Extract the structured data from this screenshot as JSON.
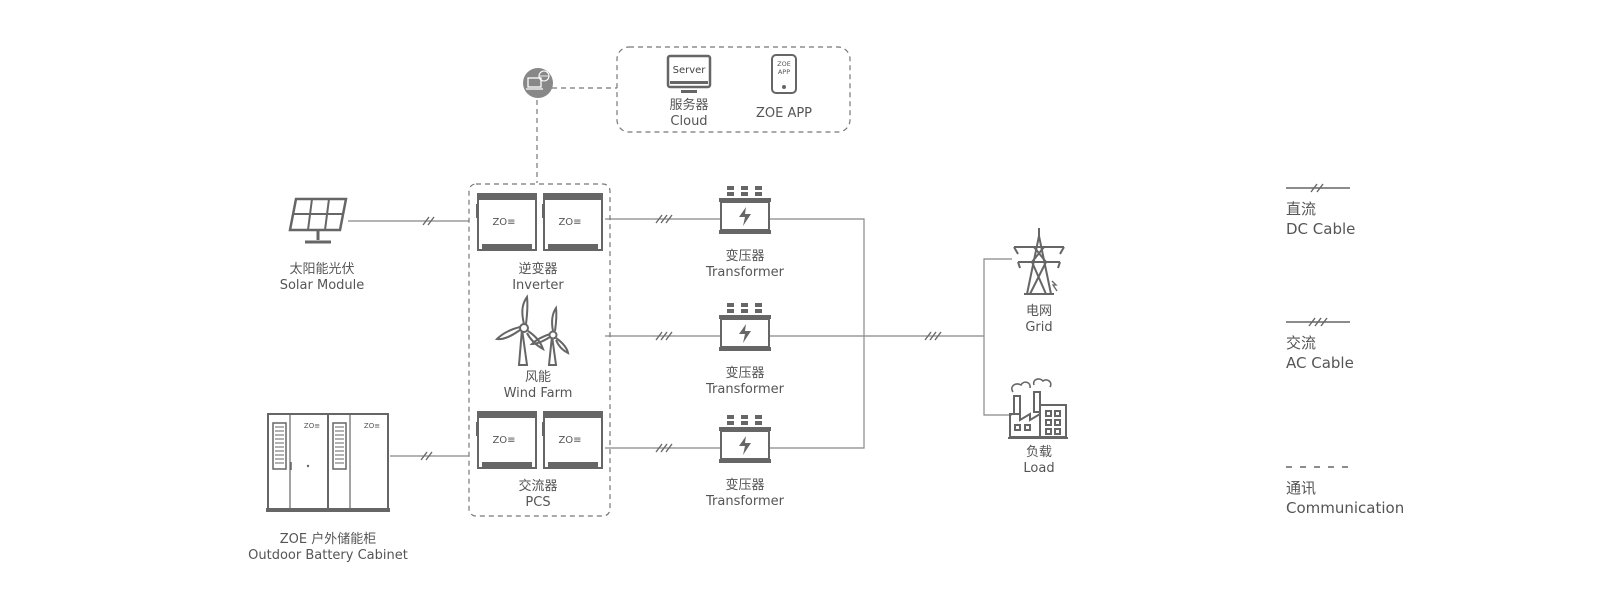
{
  "nodes": {
    "solar": {
      "zh": "太阳能光伏",
      "en": "Solar Module"
    },
    "battery": {
      "zh": "ZOE 户外储能柜",
      "en": "Outdoor Battery Cabinet"
    },
    "inverter": {
      "zh": "逆变器",
      "en": "Inverter"
    },
    "wind": {
      "zh": "风能",
      "en": "Wind Farm"
    },
    "pcs": {
      "zh": "交流器",
      "en": "PCS"
    },
    "transformer1": {
      "zh": "变压器",
      "en": "Transformer"
    },
    "transformer2": {
      "zh": "变压器",
      "en": "Transformer"
    },
    "transformer3": {
      "zh": "变压器",
      "en": "Transformer"
    },
    "grid": {
      "zh": "电网",
      "en": "Grid"
    },
    "load": {
      "zh": "负载",
      "en": "Load"
    },
    "server": {
      "zh": "服务器",
      "en": "Cloud",
      "screen_text": "Server"
    },
    "app": {
      "label": "ZOE APP",
      "screen_text": "ZOE APP"
    }
  },
  "device_brand": "ZO≡",
  "legend": {
    "dc": {
      "zh": "直流",
      "en": "DC Cable"
    },
    "ac": {
      "zh": "交流",
      "en": "AC Cable"
    },
    "comm": {
      "zh": "通讯",
      "en": "Communication"
    }
  },
  "colors": {
    "line": "#777777",
    "icon": "#666666",
    "text": "#555555"
  }
}
